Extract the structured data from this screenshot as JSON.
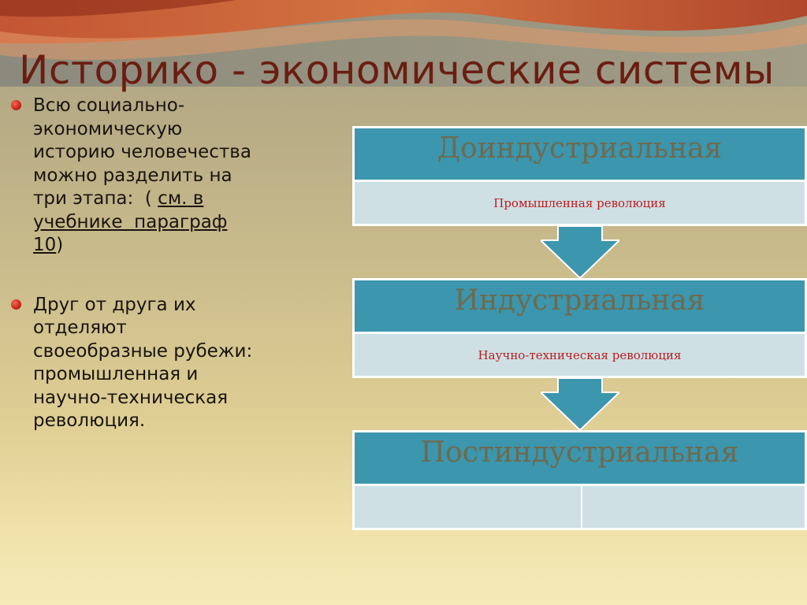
{
  "slide": {
    "title": "Историко - экономические системы",
    "bullets": [
      {
        "lines": [
          "Всю социально-",
          "экономическую",
          "историю человечества",
          "можно разделить на"
        ],
        "line5_prefix": "три этапа:  ( ",
        "line5_link": "см. в",
        "line6_link": "учебнике  параграф",
        "line7_link": "10",
        "line7_suffix": ")"
      },
      {
        "lines": [
          "Друг от друга их",
          "отделяют",
          "своеобразные рубежи:",
          "промышленная и",
          "научно-техническая",
          "революция."
        ]
      }
    ]
  },
  "diagram": {
    "stages": [
      {
        "label": "Доиндустриальная",
        "transition": "Промышленная революция"
      },
      {
        "label": "Индустриальная",
        "transition": "Научно-техническая революция"
      },
      {
        "label": "Постиндустриальная",
        "transition": ""
      }
    ],
    "colors": {
      "stage_header": "#3c96ad",
      "stage_body": "#cfe0e5",
      "stage_text": "#6e6a4e",
      "transition_text": "#b81e1e",
      "title": "#6b1d12",
      "bullet": "#d0261b"
    }
  }
}
